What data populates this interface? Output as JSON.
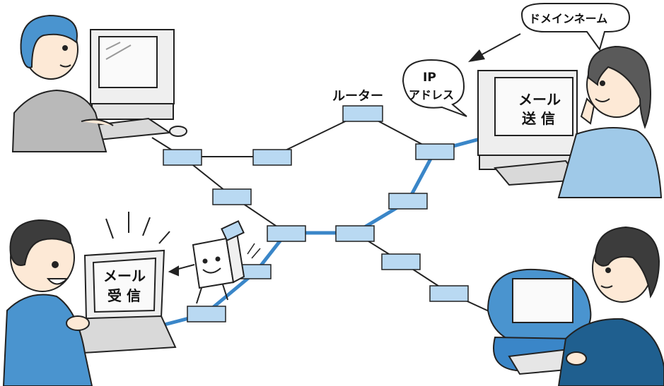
{
  "labels": {
    "router": "ルーター",
    "domain_name": "ドメインネーム",
    "ip_line1": "IP",
    "ip_line2": "アドレス",
    "send_line1": "メール",
    "send_line2": "送 信",
    "receive_line1": "メール",
    "receive_line2": "受 信"
  },
  "colors": {
    "router_fill": "#b9d9f2",
    "route_blue": "#3a86c8",
    "line_dark": "#222222",
    "skin": "#fde9d6",
    "hair": "#3c3c3c",
    "shirt_blue": "#4a94cf",
    "shirt_gray": "#b9b9b9",
    "shirt_navy": "#1f5f8f",
    "shirt_light": "#9fc9e8"
  },
  "icons": [
    "person-icon",
    "computer-icon",
    "laptop-icon",
    "envelope-character-icon",
    "router-icon"
  ]
}
